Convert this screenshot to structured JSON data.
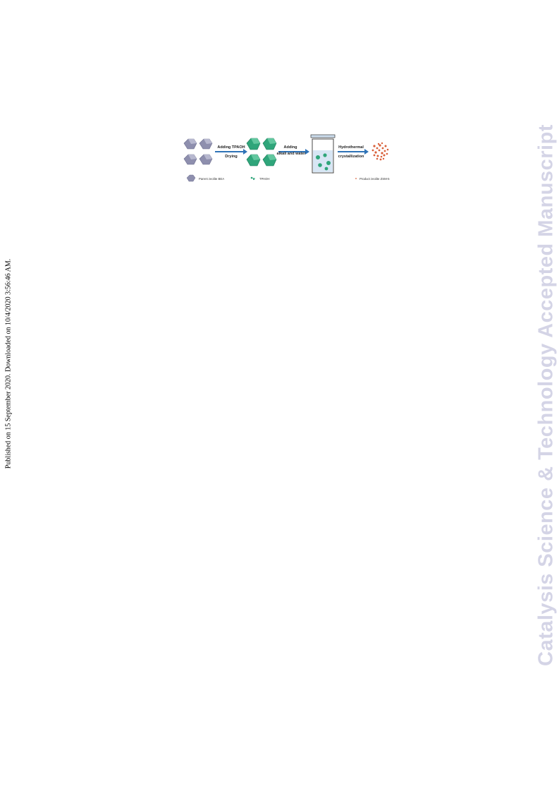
{
  "page": {
    "side_note": "Published on 15 September 2020. Downloaded on 10/4/2020 3:56:46 AM.",
    "watermark": "Catalysis Science & Technology Accepted Manuscript"
  },
  "scheme": {
    "step1": {
      "line1": "Adding TPAOH",
      "line2": "Drying"
    },
    "step2": {
      "line1": "Adding",
      "line2": "alkali and water"
    },
    "step3": {
      "line1": "Hydrothermal",
      "line2": "crystallization"
    },
    "legend": {
      "parent": "Parent zeolite BEA",
      "tpaoh": "TPAOH",
      "product": "Product zeolite ZSM-5"
    },
    "colors": {
      "parent": "#8e8fae",
      "tpaoh": "#2fa57a",
      "arrow": "#2f73b7",
      "product": "#d9603a",
      "liquid": "#d8e6f4"
    }
  }
}
